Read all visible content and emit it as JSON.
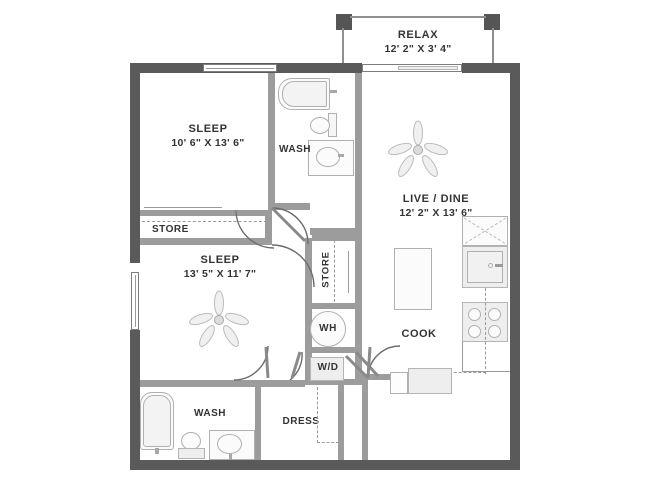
{
  "plan": {
    "title": "Apartment Floor Plan",
    "background_color": "#ffffff",
    "wall_color": "#5a5a5a",
    "interior_wall_color": "#9c9c9c",
    "text_color": "#333333",
    "fixture_outline_color": "#b0b0b0"
  },
  "rooms": [
    {
      "id": "relax",
      "name": "RELAX",
      "dimensions": "12' 2\" X 3' 4\"",
      "type": "balcony"
    },
    {
      "id": "sleep-1",
      "name": "SLEEP",
      "dimensions": "10' 6\" X 13' 6\"",
      "type": "bedroom"
    },
    {
      "id": "sleep-2",
      "name": "SLEEP",
      "dimensions": "13' 5\" X 11' 7\"",
      "type": "bedroom"
    },
    {
      "id": "live-dine",
      "name": "LIVE / DINE",
      "dimensions": "12' 2\" X 13' 6\"",
      "type": "living"
    }
  ],
  "areas": {
    "wash_upper": "WASH",
    "wash_lower": "WASH",
    "store_left": "STORE",
    "store_center": "STORE",
    "dress": "DRESS",
    "cook": "COOK",
    "water_heater": "WH",
    "washer_dryer": "W/D"
  },
  "fixtures": {
    "bathtub_upper": "bathtub-icon",
    "toilet_upper": "toilet-icon",
    "sink_upper": "sink-icon",
    "bathtub_lower": "bathtub-icon",
    "toilet_lower": "toilet-icon",
    "sink_lower": "sink-icon",
    "ceiling_fan_living": "ceiling-fan-icon",
    "ceiling_fan_bedroom": "ceiling-fan-icon",
    "refrigerator": "refrigerator-icon",
    "range": "range-icon",
    "microwave": "microwave-icon",
    "kitchen_sink": "kitchen-sink-icon",
    "dining_table": "dining-table-icon",
    "entry_door": "door-icon",
    "sliding_door": "sliding-door-icon",
    "window_left": "window-icon",
    "window_top": "window-icon"
  }
}
